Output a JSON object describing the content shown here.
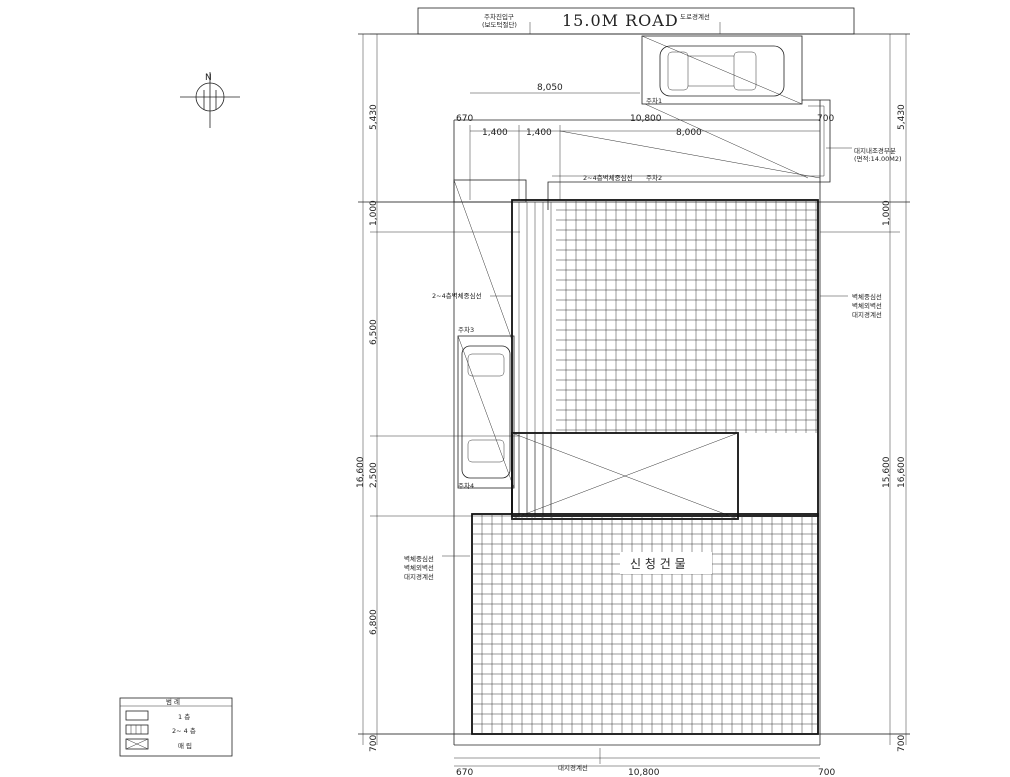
{
  "road": {
    "label": "15.0M ROAD",
    "note_left_1": "주차진입구",
    "note_left_2": "(보도턱절단)",
    "note_right": "도로경계선"
  },
  "dimensions": {
    "top_total_width": "10,800",
    "left_offset": "670",
    "right_offset": "700",
    "seg_1400a": "1,400",
    "seg_1400b": "1,400",
    "seg_8000": "8,000",
    "seg_8050": "8,050",
    "left_5430": "5,430",
    "left_1000": "1,000",
    "left_6500": "6,500",
    "left_2500": "2,500",
    "left_6800": "6,800",
    "left_700": "700",
    "left_total": "16,600",
    "right_5430": "5,430",
    "right_1000": "1,000",
    "right_15600": "15,600",
    "right_16600": "16,600",
    "right_700": "700",
    "bottom_left": "670",
    "bottom_total": "10,800",
    "bottom_right": "700"
  },
  "labels": {
    "parking_1": "주차1",
    "parking_2": "주차2",
    "parking_3": "주차3",
    "parking_4": "주차4",
    "corner_cut_1": "대지내조경부분",
    "corner_cut_2": "(면적:14.00M2)",
    "upper_line": "2~4층벽체중심선",
    "side_line": "2~4층벽체중심선",
    "right_wall_1": "벽체중심선",
    "right_wall_2": "벽체외벽선",
    "right_wall_3": "대지경계선",
    "left_wall_1": "벽체중심선",
    "left_wall_2": "벽체외벽선",
    "left_wall_3": "대지경계선",
    "building": "신 청 건 물",
    "bottom_boundary": "대지경계선",
    "north": "N"
  },
  "legend": {
    "title": "범 례",
    "items": [
      {
        "label": "1 층"
      },
      {
        "label": "2~ 4 층"
      },
      {
        "label": "매 립"
      }
    ]
  }
}
